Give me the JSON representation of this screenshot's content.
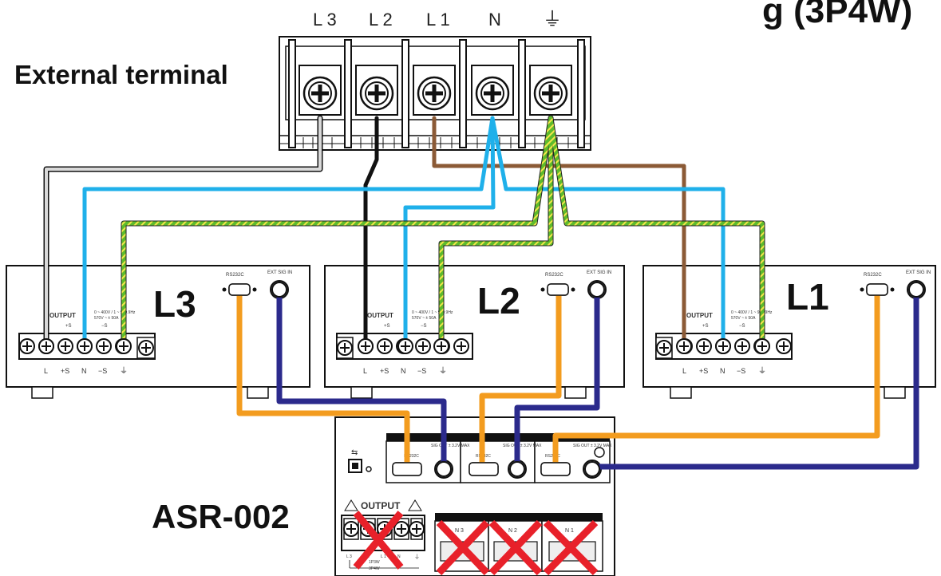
{
  "terminal": {
    "label": "External terminal",
    "title_fragment": "g (3P4W)",
    "pins": [
      "L 3",
      "L 2",
      "L 1",
      "N",
      "⏚"
    ]
  },
  "units": [
    {
      "label": "L3",
      "rs_label": "RS232C",
      "ext_label": "EXT SIG IN",
      "output_label": "OUTPUT",
      "spec1": "0 ~ 400V / 1 ~ 999.9Hz",
      "spec2": "570V ~ ± 50A"
    },
    {
      "label": "L2",
      "rs_label": "RS232C",
      "ext_label": "EXT SIG IN",
      "output_label": "OUTPUT",
      "spec1": "0 ~ 400V / 1 ~ 999.9Hz",
      "spec2": "570V ~ ± 50A"
    },
    {
      "label": "L1",
      "rs_label": "RS232C",
      "ext_label": "EXT SIG IN",
      "output_label": "OUTPUT",
      "spec1": "0 ~ 400V / 1 ~ 999.9Hz",
      "spec2": "570V ~ ± 50A"
    }
  ],
  "unit_bottom_labels": [
    "L",
    "+S",
    "N",
    "−S",
    "⏚"
  ],
  "unit_top_labels": [
    "+S",
    "−S"
  ],
  "asr": {
    "label": "ASR-002",
    "output_label": "OUTPUT",
    "port_labels": [
      "RS232C",
      "RS232C",
      "RS232C"
    ],
    "sig_labels": [
      "SIG OUT ± 3.2V MAX",
      "SIG OUT ± 3.2V MAX",
      "SIG OUT ± 3.2V MAX"
    ],
    "bottom_terminal_labels": [
      "L 3",
      "L 2",
      "L 1",
      "N",
      "⏚"
    ],
    "mode_labels": [
      "1P3W",
      "3P4W"
    ],
    "connector_labels": [
      "N 3",
      "N 2",
      "N 1"
    ]
  },
  "colors": {
    "gray_wire": "#d9d9d9",
    "black_wire": "#111111",
    "brown_wire": "#8b5a36",
    "blue_wire": "#1fb0ea",
    "green_wire": "#5dbb2c",
    "orange_wire": "#f39c1f",
    "navy_wire": "#2b2a8c",
    "cross": "#e8212a"
  }
}
